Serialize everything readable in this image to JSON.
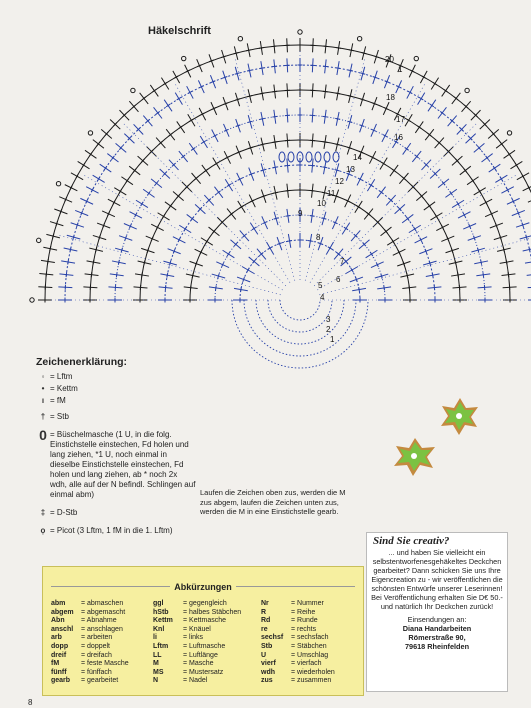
{
  "header": {
    "title": "Häkelschrift"
  },
  "diagram": {
    "row_numbers": [
      "20",
      "1",
      "18",
      "17",
      "16",
      "14",
      "13",
      "12",
      "11",
      "10",
      "9",
      "8",
      "7",
      "6",
      "5",
      "4",
      "3",
      "2",
      "1"
    ],
    "colors": {
      "blue": "#2741a8",
      "black": "#1a1a1a"
    }
  },
  "legend": {
    "title": "Zeichenerklärung:",
    "items": [
      {
        "icon": "chain-icon",
        "symbol": "◦",
        "text": "= Lftm"
      },
      {
        "icon": "slip-stitch-icon",
        "symbol": "•",
        "text": "= Kettm"
      },
      {
        "icon": "single-crochet-icon",
        "symbol": "ı",
        "text": "= fM"
      },
      {
        "icon": "double-crochet-icon",
        "symbol": "†",
        "text": "= Stb"
      },
      {
        "icon": "cluster-icon",
        "symbol": "0",
        "text": "= Büschelmasche (1 U, in die folg. Einstichstelle einstechen, Fd holen und lang ziehen, *1 U, noch einmal in dieselbe Einstichstelle einstechen, Fd holen und lang ziehen, ab * noch 2x wdh, alle auf der N befindl. Schlingen auf einmal abm)"
      },
      {
        "icon": "treble-crochet-icon",
        "symbol": "‡",
        "text": "= D-Stb"
      },
      {
        "icon": "picot-icon",
        "symbol": "ọ",
        "text": "= Picot (3 Lftm, 1 fM in die 1. Lftm)"
      }
    ]
  },
  "direction_note": "Laufen die Zeichen oben zus, werden die M zus abgem, laufen die Zeichen unten zus, werden die M in eine Einstichstelle gearb.",
  "abbreviations": {
    "title": "Abkürzungen",
    "columns": [
      [
        [
          "abm",
          "= abmaschen"
        ],
        [
          "abgem",
          "= abgemascht"
        ],
        [
          "Abn",
          "= Abnahme"
        ],
        [
          "anschl",
          "= anschlagen"
        ],
        [
          "arb",
          "= arbeiten"
        ],
        [
          "dopp",
          "= doppelt"
        ],
        [
          "dreif",
          "= dreifach"
        ],
        [
          "fM",
          "= feste Masche"
        ],
        [
          "fünff",
          "= fünffach"
        ],
        [
          "gearb",
          "= gearbeitet"
        ]
      ],
      [
        [
          "ggl",
          "= gegengleich"
        ],
        [
          "hStb",
          "= halbes Stäbchen"
        ],
        [
          "Kettm",
          "= Kettmasche"
        ],
        [
          "Knl",
          "= Knäuel"
        ],
        [
          "li",
          "= links"
        ],
        [
          "Lftm",
          "= Luftmasche"
        ],
        [
          "LL",
          "= Luftlänge"
        ],
        [
          "M",
          "= Masche"
        ],
        [
          "MS",
          "= Mustersatz"
        ],
        [
          "N",
          "= Nadel"
        ]
      ],
      [
        [
          "Nr",
          "= Nummer"
        ],
        [
          "R",
          "= Reihe"
        ],
        [
          "Rd",
          "= Runde"
        ],
        [
          "re",
          "= rechts"
        ],
        [
          "sechsf",
          "= sechsfach"
        ],
        [
          "Stb",
          "= Stäbchen"
        ],
        [
          "U",
          "= Umschlag"
        ],
        [
          "vierf",
          "= vierfach"
        ],
        [
          "wdh",
          "= wiederholen"
        ],
        [
          "zus",
          "= zusammen"
        ]
      ]
    ]
  },
  "creativ": {
    "title": "Sind Sie creativ?",
    "body": "... und haben Sie vielleicht ein selbstentworfenesgehäkeltes Deckchen gearbeitet? Dann schicken Sie uns Ihre Eigencreation zu - wir veröffentlichen die schönsten Entwürfe unserer Leserinnen! Bei Veröffentlichung erhalten Sie D€ 50.- und natürlich Ihr Deckchen zurück!",
    "send_label": "Einsendungen an:",
    "addr1": "Diana Handarbeiten",
    "addr2": "Römerstraße 90,",
    "addr3": "79618 Rheinfelden"
  },
  "footer": {
    "page_number": "8"
  }
}
